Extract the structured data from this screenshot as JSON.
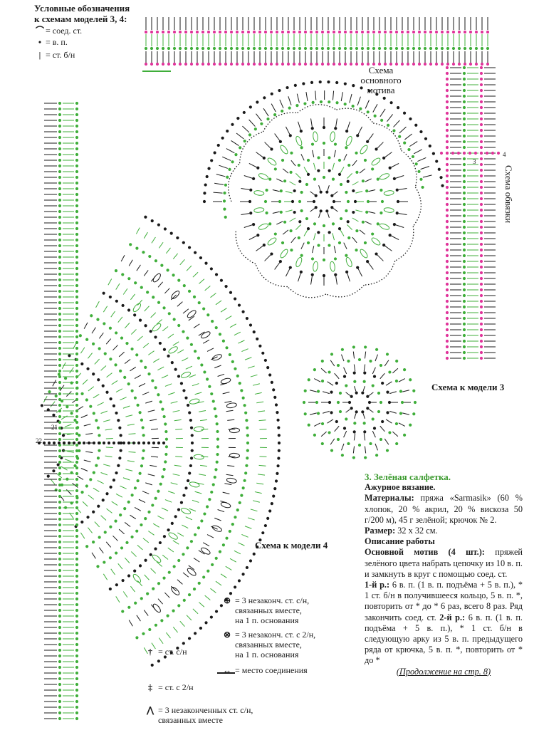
{
  "legend": {
    "title_line1": "Условные обозначения",
    "title_line2": "к схемам моделей 3, 4:",
    "items": [
      {
        "symbol": "⌒",
        "label": "= соед. ст."
      },
      {
        "symbol": "•",
        "label": "= в. п."
      },
      {
        "symbol": "|",
        "label": "= ст. б/н"
      }
    ]
  },
  "captions": {
    "main_motif_1": "Схема",
    "main_motif_2": "основного",
    "main_motif_3": "мотива",
    "edging": "Схема обвязки",
    "model3": "Схема к модели 3",
    "model4": "Схема к модели 4"
  },
  "row_numbers": {
    "left_22": "22",
    "left_21": "21",
    "right_4": "4",
    "right_3": "3"
  },
  "symbols_legend": [
    {
      "symbol": "⊕",
      "lines": [
        "= 3 незаконч. ст. с/н,",
        "связанных вместе,",
        "на 1 п. основания"
      ]
    },
    {
      "symbol": "⊗",
      "lines": [
        "= 3 незаконч. ст. с 2/н,",
        "связанных вместе,",
        "на 1 п. основания"
      ]
    },
    {
      "symbol": "↔",
      "lines": [
        "= место соединения"
      ]
    },
    {
      "symbol": "†",
      "lines": [
        "= ст. с/н"
      ]
    },
    {
      "symbol": "‡",
      "lines": [
        "= ст. с 2/н"
      ]
    },
    {
      "symbol": "⋀",
      "lines": [
        "= 3 незаконченных ст. с/н,",
        "связанных вместе"
      ]
    }
  ],
  "article": {
    "title": "3. Зелёная салфетка.",
    "subtitle": "Ажурное вязание.",
    "materials_label": "Материалы:",
    "materials_text": "пряжа «Sarmasik» (60 % хлопок, 20 % акрил, 20 % вискоза 50 г/200 м), 45 г зелёной; крючок № 2.",
    "size_label": "Размер:",
    "size_text": "32 х 32 см.",
    "work_label": "Описание работы",
    "motif_label": "Основной мотив (4 шт.):",
    "motif_text": "пряжей зелёного цвета набрать цепочку из 10 в. п. и замкнуть в круг с помощью соед. ст.",
    "row1_label": "1-й р.:",
    "row1_text": "6 в. п. (1 в. п. подъёма + 5 в. п.), * 1 ст. б/н в получившееся кольцо, 5 в. п. *, повторить от * до * 6 раз, всего 8 раз. Ряд закончить соед. ст.",
    "row2_label": "2-й р.:",
    "row2_text": "6 в. п. (1 в. п. подъёма + 5 в. п.), * 1 ст. б/н в следующую арку из 5 в. п. предыдущего ряда от крючка, 5 в. п. *, повторить от * до *",
    "continued": "(Продолжение на стр. 8)"
  },
  "colors": {
    "green": "#3fae3a",
    "black": "#1a1a1a",
    "pink": "#e0349a",
    "title_green": "#3b9a2e"
  }
}
